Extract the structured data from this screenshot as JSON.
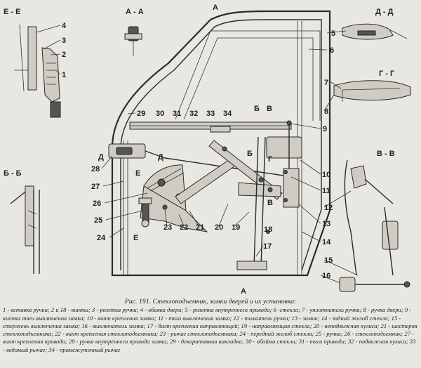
{
  "sections": {
    "ee": "Е - Е",
    "aa": "А - А",
    "dd": "Д - Д",
    "gg": "Г - Г",
    "bb": "Б - Б",
    "vv": "В - В"
  },
  "cut_marks": {
    "a_top": "А",
    "a_bottom": "А",
    "b_top": "Б",
    "b_mid": "Б",
    "v_top": "В",
    "v_bottom": "В",
    "g_mid": "Г",
    "d_left": "Д",
    "d_right": "Д",
    "e_left": "Е",
    "e_bottom": "Е"
  },
  "callouts": [
    "1",
    "2",
    "3",
    "4",
    "5",
    "6",
    "7",
    "8",
    "9",
    "10",
    "11",
    "12",
    "13",
    "14",
    "15",
    "16",
    "17",
    "18",
    "19",
    "20",
    "21",
    "22",
    "23",
    "24",
    "25",
    "26",
    "27",
    "28",
    "29",
    "30",
    "31",
    "32",
    "33",
    "34"
  ],
  "caption": {
    "title": "Рис. 191. Стеклоподъемник, замки дверей и их установка:",
    "body": "1 - вставка ручки; 2 и 18 - винты; 3 - розетка ручки; 4 - обивка двери; 5 - розетка внутреннего привода; 6 -стекло; 7 - уплотнитель ручки; 8 - ручка двери; 9 - кнопка тяги выключения замка; 10 - винт крепления замка; 11 - тяга выключения замка; 12 - толкатель ручки; 13 - замок; 14 - задний желоб стекла; 15 - стержень выключения замка; 16 - выключатель замка; 17 - болт крепления направляющей; 19 - направляющая стекла; 20 - неподвижная кулиса; 21 - шестерня стеклоподъемника; 22 - винт крепления стеклоподъемника; 23 - рычаг стеклоподъемника; 24 - передний желоб стекла; 25 - ручка; 26 - стеклоподъемник; 27 - винт крепления привода; 28 - ручка внутреннего привода замка; 29 - декоративная накладка; 30 - обойма стекла; 31 - тяга привода; 32 - подвижная кулиса; 33 - ведомый рычаг; 34 - промежуточный рычаг"
  }
}
